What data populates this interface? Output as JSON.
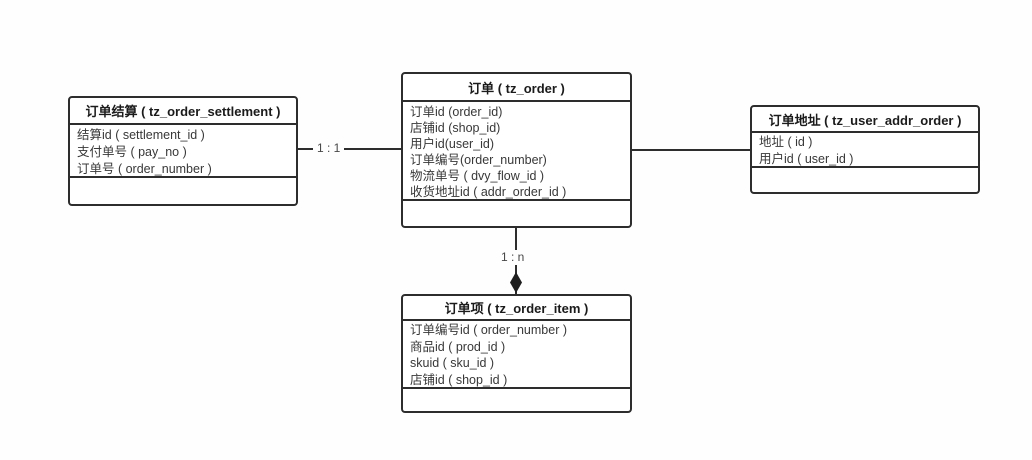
{
  "diagram": {
    "entities": {
      "order": {
        "title": "订单 ( tz_order )",
        "fields": [
          "订单id (order_id)",
          "店铺id (shop_id)",
          "用户id(user_id)",
          "订单编号(order_number)",
          "物流单号 ( dvy_flow_id )",
          "收货地址id ( addr_order_id )"
        ]
      },
      "settlement": {
        "title": "订单结算 ( tz_order_settlement )",
        "fields": [
          "结算id ( settlement_id )",
          "支付单号 ( pay_no )",
          "订单号 ( order_number )"
        ]
      },
      "addr": {
        "title": "订单地址 ( tz_user_addr_order )",
        "fields": [
          "地址 ( id )",
          "用户id ( user_id )"
        ]
      },
      "item": {
        "title": "订单项 ( tz_order_item )",
        "fields": [
          "订单编号id ( order_number )",
          "商品id ( prod_id )",
          "skuid ( sku_id )",
          "店铺id ( shop_id )"
        ]
      }
    },
    "relations": {
      "settlement_order": {
        "label": "1 : 1"
      },
      "order_item": {
        "label": "1 : n"
      }
    },
    "colors": {
      "border": "#2d2d2d",
      "title_text": "#1b1b1b",
      "field_text": "#383838",
      "label_text": "#474747",
      "background": "#fefefe"
    }
  }
}
